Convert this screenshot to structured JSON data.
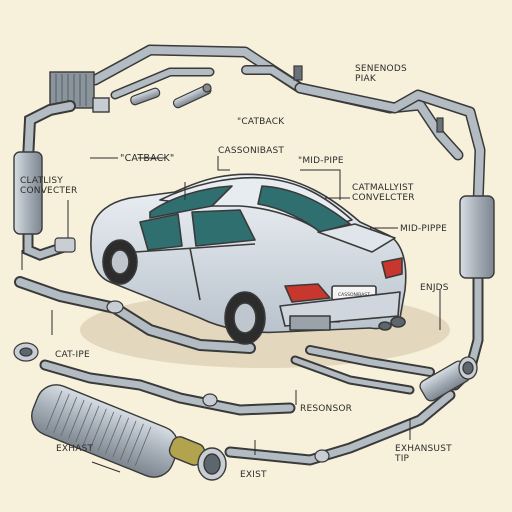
{
  "diagram": {
    "labels": {
      "top_right": "SENENODS\nPIAK",
      "catback_top": "\"CATBACK",
      "catback_left": "\"CATBACK\"",
      "cassonibast": "CASSONIBAST",
      "mid_pipe_top": "\"MID-PIPE",
      "catalytic_left": "CLATLISY\nCONVECTER",
      "catalytic_right": "CATMALLYIST\nCONVELCTER",
      "mid_pipe_right": "MID-PIPPE",
      "enjds": "ENJDS",
      "cat_pipe": "CAT-IPE",
      "resonsor": "RESONSOR",
      "exhaust_left": "EXHAST",
      "existe": "EXIST",
      "exhaust_tip": "EXHANSUST\nTIP",
      "plate": "CASSONIBAST"
    },
    "colors": {
      "background": "#f7f1dc",
      "pipe": "#a9b1ba",
      "car_body": "#d4dbe3",
      "window": "#2f6f6f",
      "tail_light": "#c8372d",
      "outline": "#3a3a3a"
    }
  }
}
